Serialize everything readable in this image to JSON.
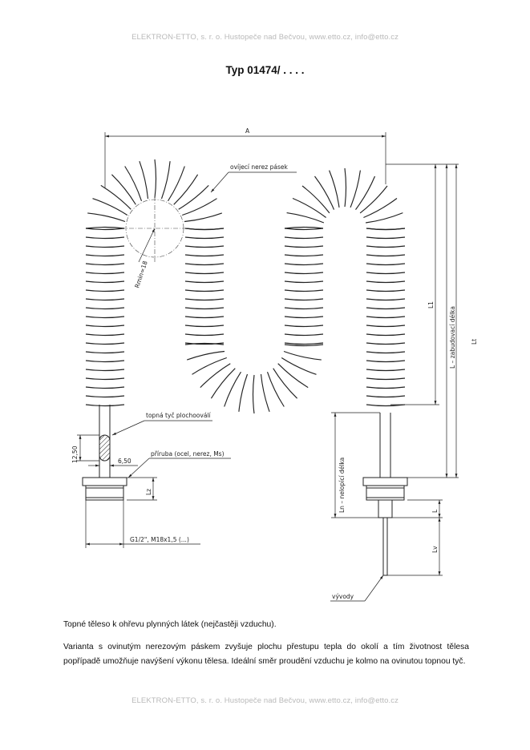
{
  "header": "ELEKTRON-ETTO, s. r. o. Hustopeče nad Bečvou, www.etto.cz, info@etto.cz",
  "title": "Typ 01474/ . . . .",
  "drawing": {
    "label_A": "A",
    "label_strip": "ovíjecí nerez pásek",
    "label_rmin": "Rmin=18",
    "label_rod": "topná tyč plochooválí",
    "label_1250": "12,50",
    "label_650": "6,50",
    "label_flange": "příruba (ocel, nerez, Ms)",
    "label_Lz": "Lz",
    "label_thread": "G1/2\", M18x1,5 (...)",
    "label_L1": "L1",
    "label_L": "L – zabudovací délka",
    "label_Lt": "Lt",
    "label_Ln": "Ln – nelopící délka",
    "label_L_small": "L",
    "label_Lv": "Lv",
    "label_leads": "vývody"
  },
  "description": {
    "line1": "Topné těleso k ohřevu plynných látek (nejčastěji vzduchu).",
    "para2": "Varianta s ovinutým nerezovým páskem zvyšuje plochu přestupu tepla do okolí a tím životnost tělesa popřípadě umožňuje navýšení výkonu tělesa. Ideální směr proudění vzduchu je kolmo na ovinutou topnou tyč."
  },
  "footer": "ELEKTRON-ETTO, s. r. o. Hustopeče nad Bečvou, www.etto.cz, info@etto.cz"
}
